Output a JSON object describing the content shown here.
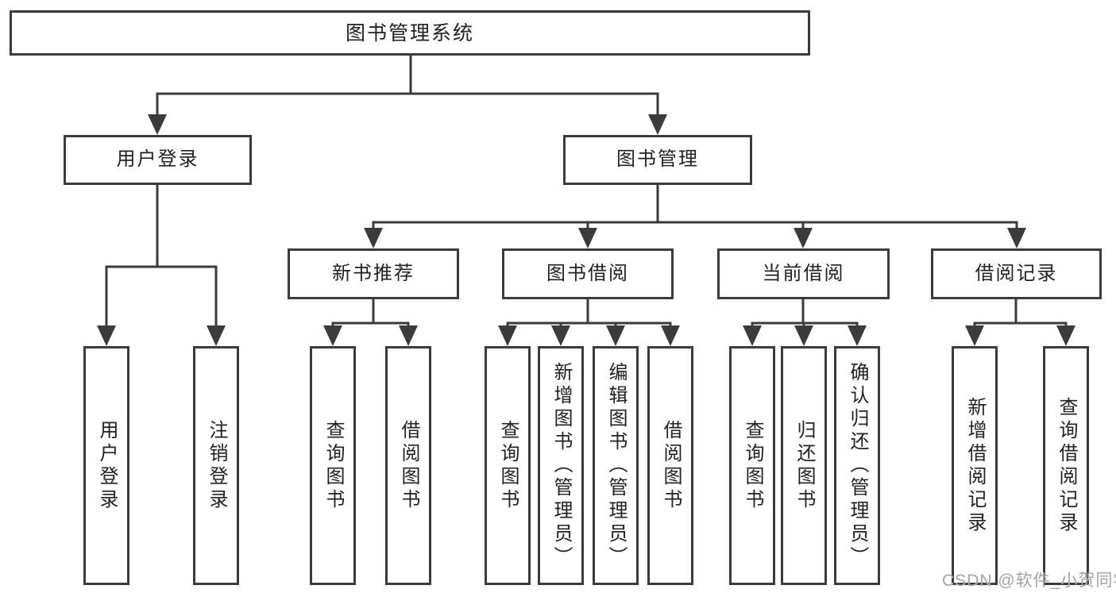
{
  "diagram": {
    "root": {
      "label": "图书管理系统"
    },
    "branches": [
      {
        "label": "用户登录",
        "leaves": [
          "用户登录",
          "注销登录"
        ]
      },
      {
        "label": "图书管理",
        "children": [
          {
            "label": "新书推荐",
            "leaves": [
              "查询图书",
              "借阅图书"
            ]
          },
          {
            "label": "图书借阅",
            "leaves": [
              "查询图书",
              "新增图书（管理员）",
              "编辑图书（管理员）",
              "借阅图书"
            ]
          },
          {
            "label": "当前借阅",
            "leaves": [
              "查询图书",
              "归还图书",
              "确认归还（管理员）"
            ]
          },
          {
            "label": "借阅记录",
            "leaves": [
              "新增借阅记录",
              "查询借阅记录"
            ]
          }
        ]
      }
    ]
  },
  "watermark": {
    "text": "CSDN @软件_小贺同学"
  },
  "colors": {
    "line": "#3b3b3b",
    "border": "#3b3b3b",
    "background": "#ffffff",
    "text": "#212121",
    "watermark": "#a3a3a3"
  }
}
